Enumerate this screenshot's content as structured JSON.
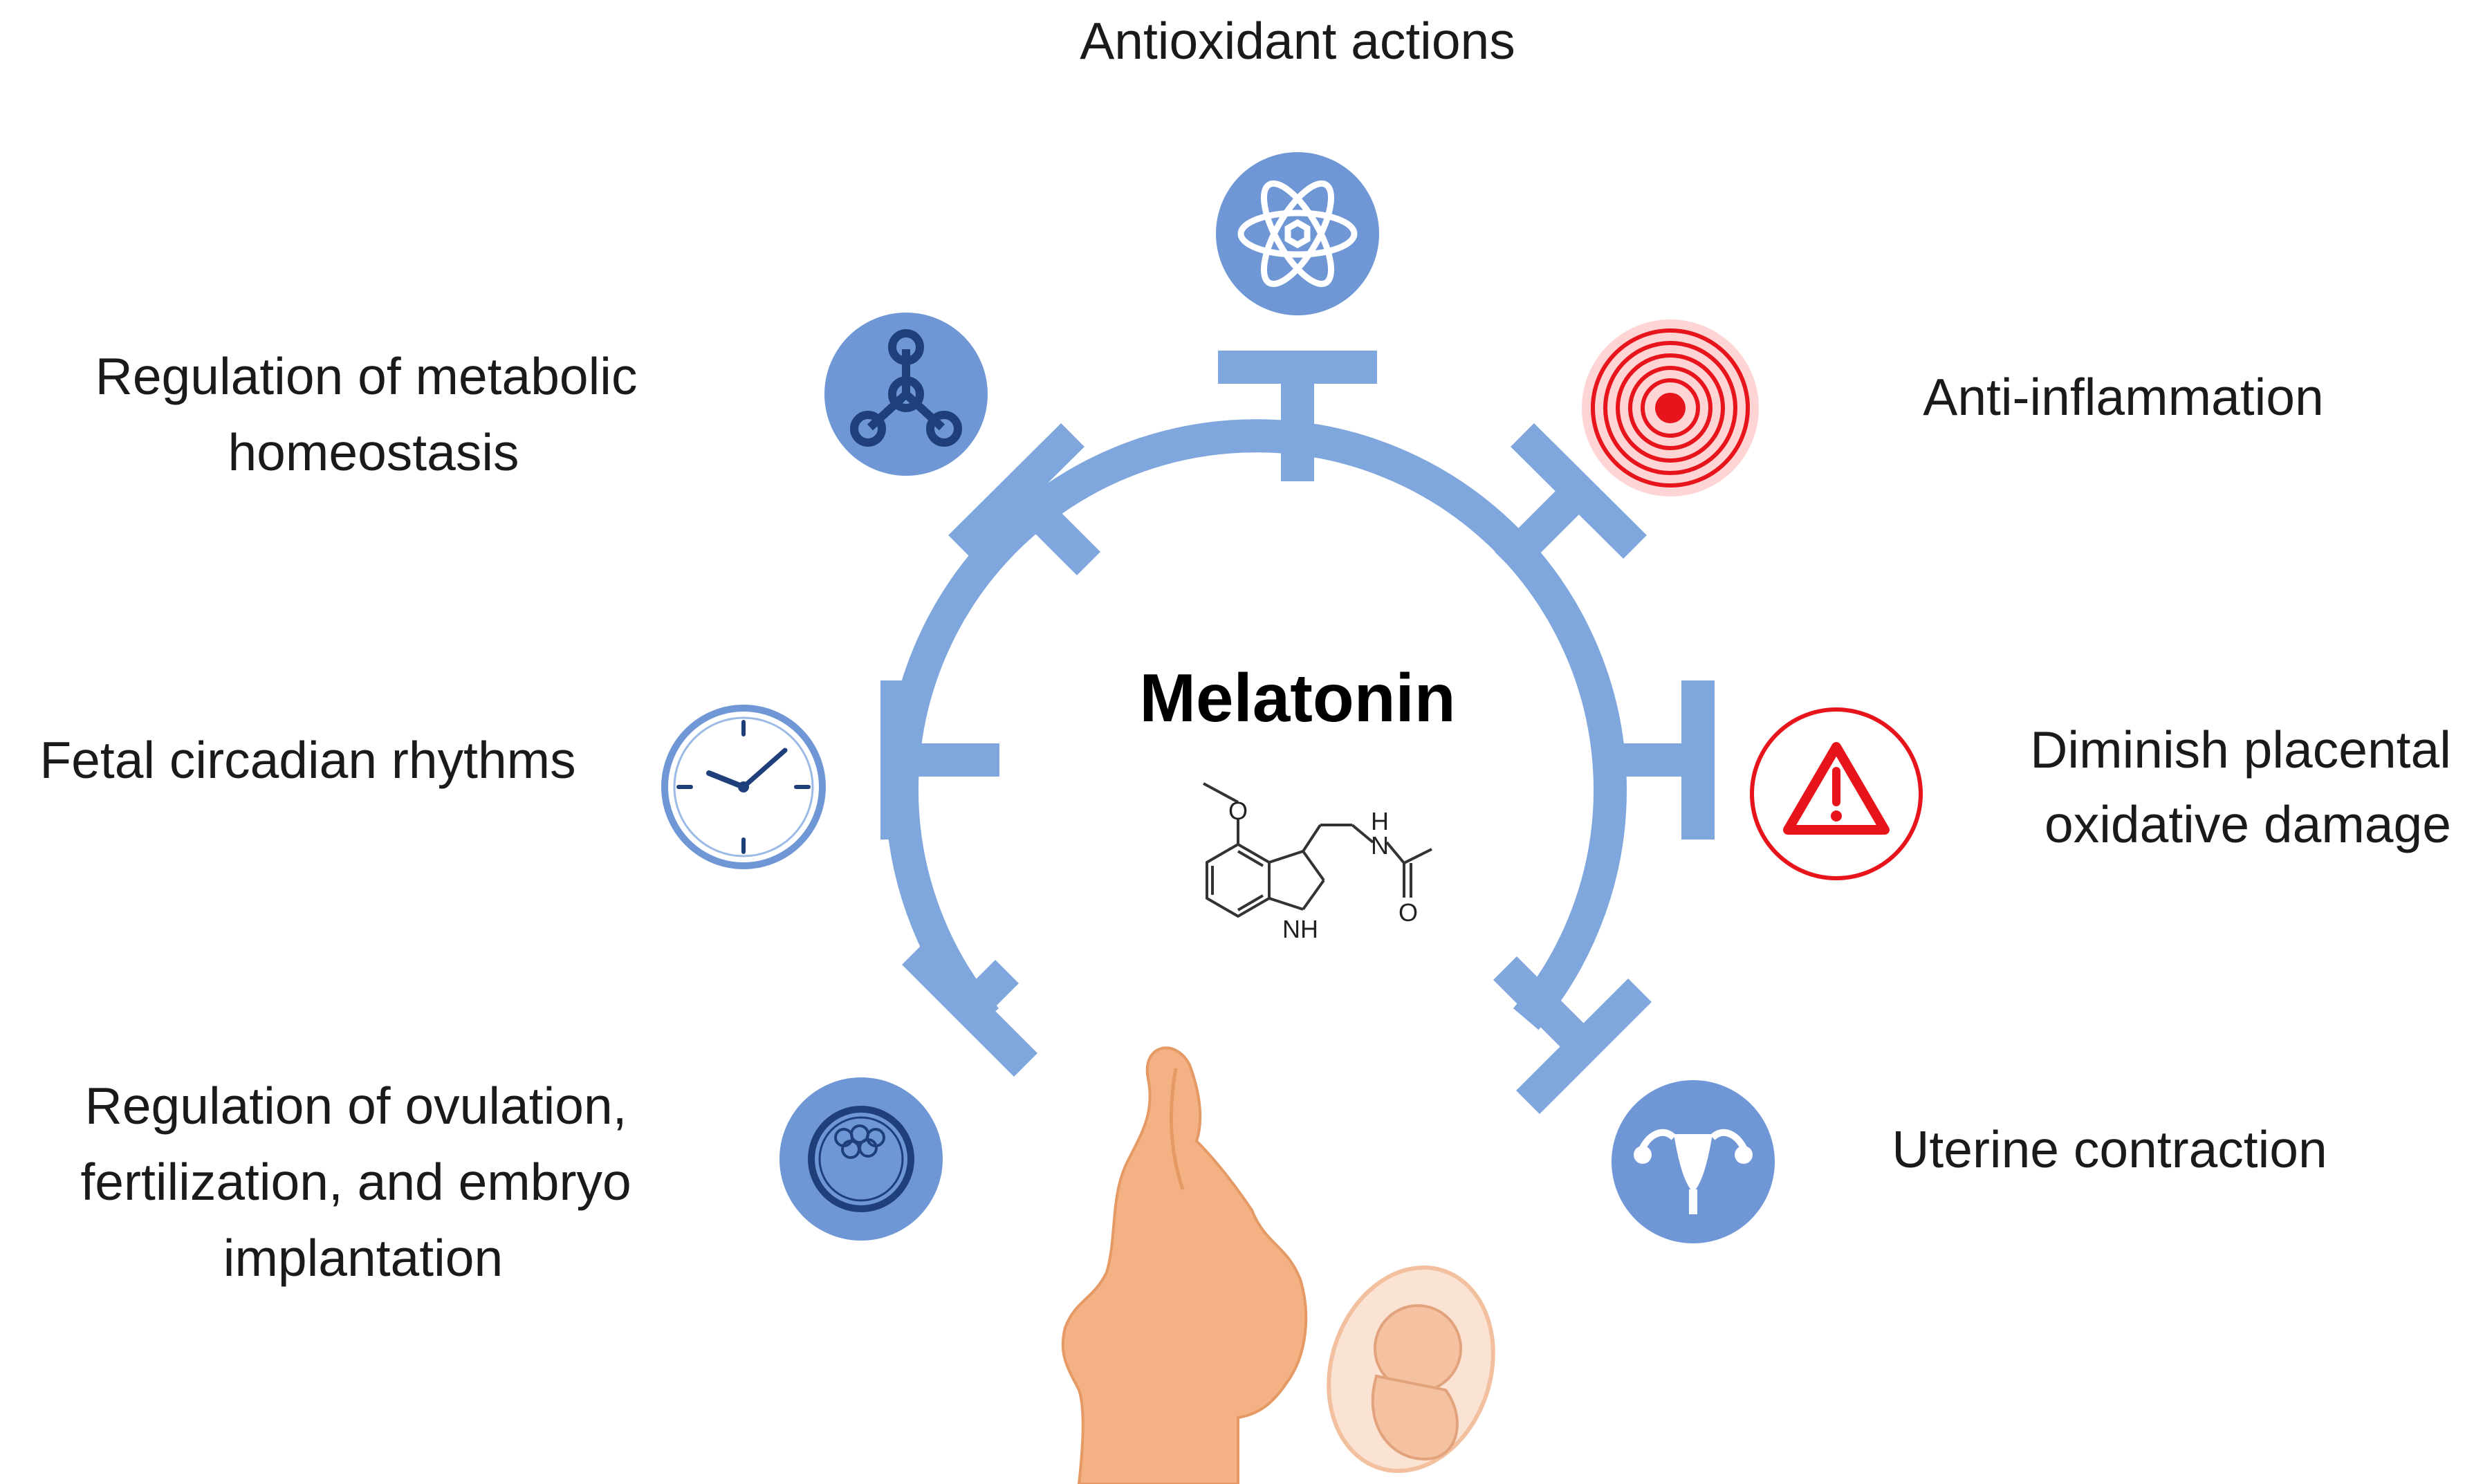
{
  "center": {
    "title": "Melatonin",
    "molecule_labels": {
      "o_top": "O",
      "n_chain": "N",
      "h_chain": "H",
      "o_bottom": "O",
      "nh_ring": "NH"
    }
  },
  "effects": [
    {
      "id": "antioxidant",
      "lines": [
        "Antioxidant actions"
      ],
      "icon": "atom-icon"
    },
    {
      "id": "anti-inflammation",
      "lines": [
        "Anti-inflammation"
      ],
      "icon": "target-icon"
    },
    {
      "id": "placental",
      "lines": [
        "Diminish placental",
        "oxidative damage"
      ],
      "icon": "warning-icon"
    },
    {
      "id": "uterine",
      "lines": [
        "Uterine contraction"
      ],
      "icon": "uterus-icon"
    },
    {
      "id": "ovulation",
      "lines": [
        "Regulation of ovulation,",
        "fertilization, and embryo",
        "implantation"
      ],
      "icon": "embryo-icon"
    },
    {
      "id": "circadian",
      "lines": [
        "Fetal circadian rhythms"
      ],
      "icon": "clock-icon"
    },
    {
      "id": "metabolic",
      "lines": [
        "Regulation of metabolic",
        "homeostasis"
      ],
      "icon": "network-icon"
    }
  ],
  "colors": {
    "ring_blue": "#7fa7dd",
    "icon_blue": "#6f97d6",
    "dark_blue": "#1f3f7a",
    "alert_red": "#e8141c",
    "skin": "#f4b183"
  }
}
